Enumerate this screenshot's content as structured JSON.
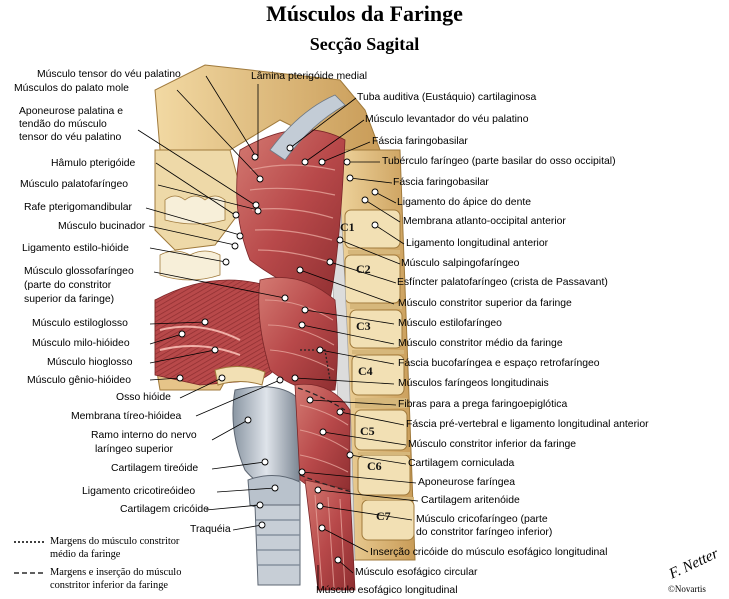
{
  "title": "Músculos da Faringe",
  "subtitle": "Secção Sagital",
  "labels": {
    "l1": "Músculo tensor do véu palatino",
    "l2": "Músculos do palato mole",
    "l3": "Aponeurose palatina e",
    "l3b": "tendão do músculo",
    "l3c": "tensor do véu palatino",
    "l4": "Hâmulo pterigóide",
    "l5": "Músculo palatofaríngeo",
    "l6": "Rafe pterigomandibular",
    "l7": "Músculo bucinador",
    "l8": "Ligamento estilo-hióide",
    "l9": "Músculo glossofaríngeo",
    "l9b": "(parte do constritor",
    "l9c": "superior da faringe)",
    "l10": "Músculo estiloglosso",
    "l11": "Músculo milo-hióideo",
    "l12": "Músculo hioglosso",
    "l13": "Músculo gênio-hióideo",
    "l14": "Osso hióide",
    "l15": "Membrana tíreo-hióidea",
    "l16": "Ramo interno do nervo",
    "l16b": "laríngeo superior",
    "l17": "Cartilagem tireóide",
    "l18": "Ligamento cricotireóideo",
    "l19": "Cartilagem cricóide",
    "l20": "Traquéia",
    "r1": "Lâmina pterigóide medial",
    "r2": "Tuba auditiva (Eustáquio) cartilaginosa",
    "r3": "Músculo levantador do véu palatino",
    "r4": "Fáscia faringobasilar",
    "r5": "Tubérculo faríngeo (parte basilar do osso occipital)",
    "r6": "Fáscia faringobasilar",
    "r7": "Ligamento do ápice do dente",
    "r8": "Membrana atlanto-occipital anterior",
    "r9": "Ligamento longitudinal anterior",
    "r10": "Músculo salpingofaríngeo",
    "r11": "Esfíncter palatofaríngeo (crista de Passavant)",
    "r12": "Músculo constritor superior da faringe",
    "r13": "Músculo estilofaríngeo",
    "r14": "Músculo constritor médio da faringe",
    "r15": "Fáscia bucofaríngea e espaço retrofaríngeo",
    "r16": "Músculos faríngeos longitudinais",
    "r17": "Fibras para a prega faringoepiglótica",
    "r18": "Fáscia pré-vertebral e ligamento longitudinal anterior",
    "r19": "Músculo constritor inferior da faringe",
    "r20": "Cartilagem corniculada",
    "r21": "Aponeurose faríngea",
    "r22": "Cartilagem aritenóide",
    "r23": "Músculo cricofaríngeo (parte",
    "r23b": "do constritor faríngeo inferior)",
    "r24": "Inserção cricóide do músculo esofágico longitudinal",
    "r25": "Músculo esofágico circular",
    "r26": "Músculo esofágico longitudinal"
  },
  "vertebrae": [
    "C1",
    "C2",
    "C3",
    "C4",
    "C5",
    "C6",
    "C7"
  ],
  "legend": {
    "dotted": "Margens do músculo constritor",
    "dotted_b": "médio da faringe",
    "dashed": "Margens e inserção do músculo",
    "dashed_b": "constritor inferior da faringe"
  },
  "signature": "F. Netter",
  "copyright": "©Novartis",
  "colors": {
    "muscle": "#b8494a",
    "muscle_light": "#d9807a",
    "bone": "#e8c98a",
    "bone_dark": "#c49a55",
    "cartilage": "#c9d0d8",
    "cartilage_dark": "#8a96a3",
    "fascia": "#dcdcdc"
  }
}
